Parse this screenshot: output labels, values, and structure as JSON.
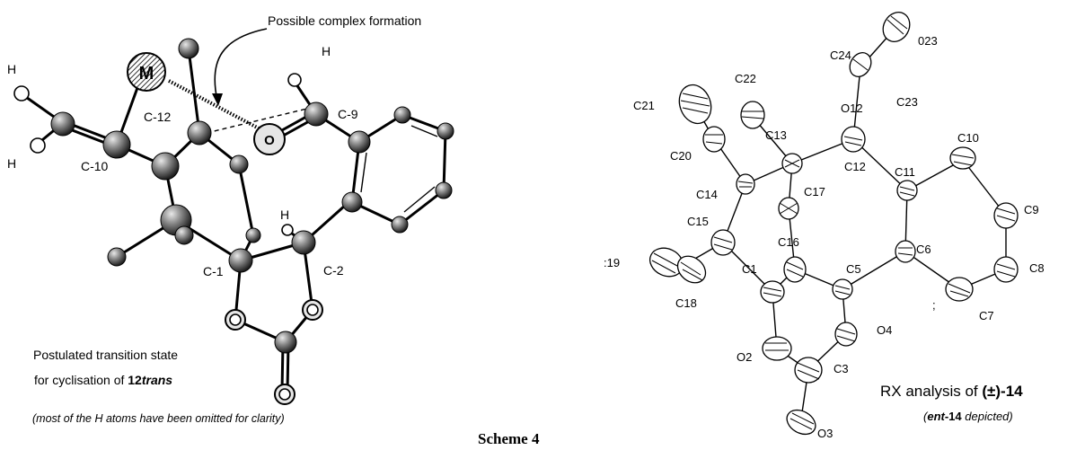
{
  "left_panel": {
    "labels": {
      "H_top_left": "H",
      "M": "M",
      "H_lower_left": "H",
      "C10": "C-10",
      "C12": "C-12",
      "C9": "C-9",
      "H_top": "H",
      "O": "O",
      "H_mid": "H",
      "C1": "C-1",
      "C2": "C-2"
    },
    "complex_note": "Possible complex formation",
    "caption_line1": "Postulated transition state",
    "caption_line2_prefix": "for cyclisation of ",
    "caption_line2_bold": "12",
    "caption_line2_bold_italic": "trans",
    "footnote": "(most of the H atoms have been omitted for clarity)"
  },
  "scheme_title": "Scheme 4",
  "right_panel": {
    "atoms": {
      "C21": "C21",
      "C22": "C22",
      "C24": "C24",
      "O23": "023",
      "O12": "O12",
      "C23": "C23",
      "C13": "C13",
      "C20": "C20",
      "C12": "C12",
      "C10": "C10",
      "C11": "C11",
      "C14": "C14",
      "C17": "C17",
      "C9": "C9",
      "C15": "C15",
      "C16": "C16",
      "C6": "C6",
      "C19": ":19",
      "C8": "C8",
      "C5": "C5",
      "C1": "C1",
      "C18": "C18",
      "C7": "C7",
      "semicolon": ";",
      "O4": "O4",
      "O2": "O2",
      "C3": "C3",
      "O3": "O3"
    },
    "caption_prefix": "RX analysis of ",
    "caption_bold": "(±)-14",
    "sub_bold_italic": "ent",
    "sub_bold": "-14",
    "sub_italic": " depicted)",
    "sub_open": "("
  },
  "colors": {
    "ink": "#000000",
    "background": "#ffffff",
    "ball_light": "#bdbdbd",
    "ball_dark": "#2a2a2a"
  }
}
